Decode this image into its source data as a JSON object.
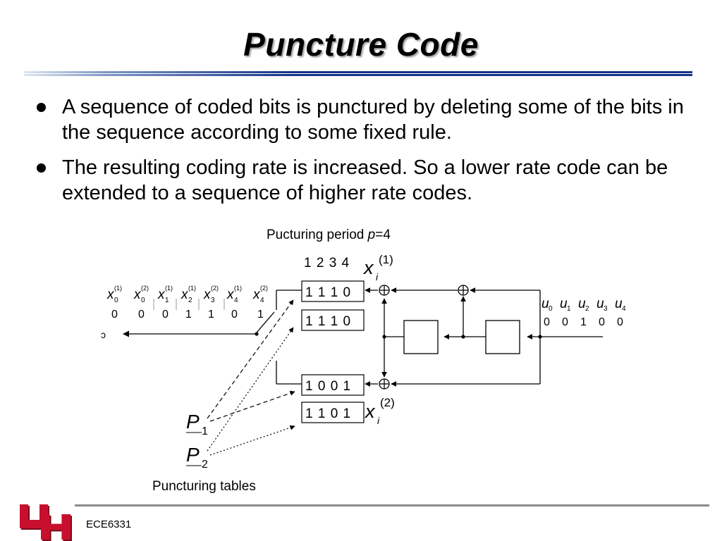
{
  "slide": {
    "title": "Puncture Code",
    "bullets": [
      "A sequence of coded bits is punctured by deleting some of the bits in the sequence according to some fixed rule.",
      "The resulting coding rate is increased. So a lower rate code can be extended to a sequence of higher rate codes."
    ]
  },
  "diagram": {
    "period_label": "Pucturing period ",
    "period_var": "p",
    "period_value": "=4",
    "column_numbers": "1 2 3 4",
    "output_label_x1": "x",
    "output_label_x1_sub": "i",
    "output_label_x1_sup": "(1)",
    "output_label_x2": "x",
    "output_label_x2_sub": "i",
    "output_label_x2_sup": "(2)",
    "tables": [
      "1 1 1 0",
      "1 1 1 0",
      "1 0 0 1",
      "1 1 0 1"
    ],
    "input_seq": [
      {
        "sym": "u",
        "sub": "0",
        "val": "0"
      },
      {
        "sym": "u",
        "sub": "1",
        "val": "0"
      },
      {
        "sym": "u",
        "sub": "2",
        "val": "1"
      },
      {
        "sym": "u",
        "sub": "3",
        "val": "0"
      },
      {
        "sym": "u",
        "sub": "4",
        "val": "0"
      }
    ],
    "output_seq": [
      {
        "sym": "x",
        "sub": "0",
        "sup": "(1)",
        "val": "0"
      },
      {
        "sym": "x",
        "sub": "0",
        "sup": "(2)",
        "val": "0"
      },
      {
        "sym": "x",
        "sub": "1",
        "sup": "(1)",
        "val": "0"
      },
      {
        "sym": "x",
        "sub": "2",
        "sup": "(1)",
        "val": "1"
      },
      {
        "sym": "x",
        "sub": "3",
        "sup": "(2)",
        "val": "1"
      },
      {
        "sym": "x",
        "sub": "4",
        "sup": "(1)",
        "val": "0"
      },
      {
        "sym": "x",
        "sub": "4",
        "sup": "(2)",
        "val": "1"
      }
    ],
    "output_arrow_label": "ɔ",
    "p1_label": "P",
    "p1_sub": "1",
    "p2_label": "P",
    "p2_sub": "2",
    "tables_caption": "Puncturing tables"
  },
  "footer": {
    "course": "ECE6331",
    "logo_colors": {
      "red": "#c8102e",
      "dark": "#7a0a1c"
    }
  }
}
